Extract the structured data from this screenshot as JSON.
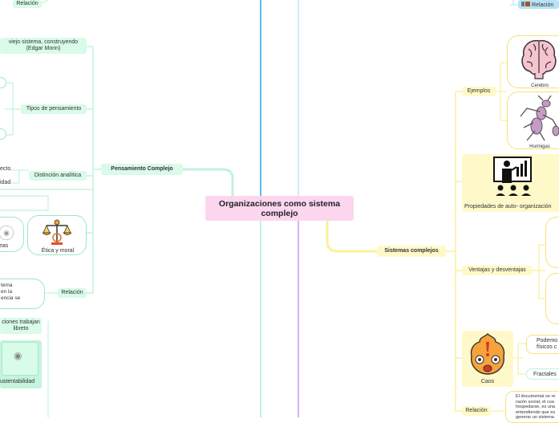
{
  "central_topic": "Organizaciones como sistema complejo",
  "left": {
    "top_relacion": "Relación",
    "pensamiento_complejo": "Pensamiento Complejo",
    "viejo_sistema": "viejo sistema, construyendo\n(Edgar Morin)",
    "tipos_pensamiento": "Tipos de pensamiento",
    "distincion": "Distinción analítica",
    "distincion_children": [
      "ecto",
      "idad"
    ],
    "ideas": "eas",
    "etica_moral": "Ética y moral",
    "relacion_text": "tema\nen la\nencia se",
    "relacion": "Relación",
    "organizaciones": "ciones trabajan\nlibreto",
    "sustentabilidad": "ustentabilidad"
  },
  "right": {
    "top_relacion": "Relación",
    "sistemas_complejos": "Sistemas complejos",
    "ejemplos": "Ejemplos",
    "cerebro": "Cerebro",
    "hormigas": "Hormigas",
    "propiedades": "Propiedades de auto- organización",
    "ventajas": "Ventajas y desventajas",
    "caos": "Caos",
    "podemos": "Podemo\nfísicos c",
    "fractales": "Fractales",
    "relacion": "Relación",
    "relacion_text": "El documental se re\nrazón social, el cua\nhospedarse, es una\nentendiendo que es\ngenerar un sistema"
  },
  "icons": [
    "brain-icon",
    "ant-icon",
    "presentation-icon",
    "chaos-face-icon",
    "scales-icon",
    "camera-icon"
  ],
  "colors": {
    "center": "#fcd6ef",
    "green_branch": "#bff3dc",
    "yellow_branch": "#fbf19a",
    "blue_line": "#5fb8f0",
    "purple_line": "#d6b4f0"
  }
}
